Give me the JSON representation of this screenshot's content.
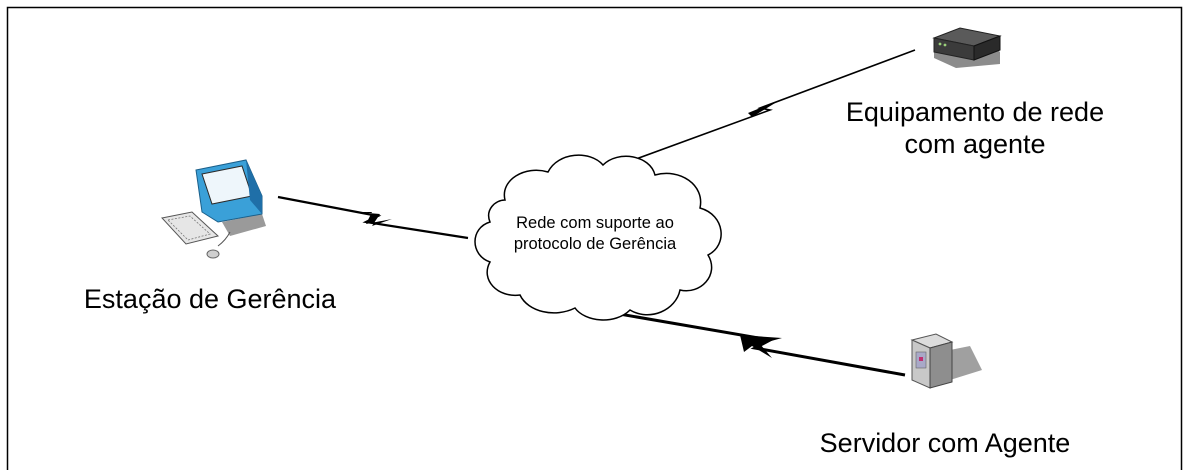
{
  "nodes": {
    "management_station": {
      "label": "Estação de Gerência",
      "icon": "desktop-computer-icon"
    },
    "network_cloud": {
      "label_line1": "Rede com suporte ao",
      "label_line2": "protocolo de Gerência",
      "icon": "cloud-icon"
    },
    "network_equipment": {
      "label_line1": "Equipamento de rede",
      "label_line2": "com agente",
      "icon": "network-device-icon"
    },
    "server": {
      "label": "Servidor com Agente",
      "icon": "server-tower-icon"
    }
  },
  "links": [
    {
      "from": "management_station",
      "to": "network_cloud",
      "style": "lightning-bolt"
    },
    {
      "from": "network_cloud",
      "to": "network_equipment",
      "style": "lightning-bolt"
    },
    {
      "from": "network_cloud",
      "to": "server",
      "style": "lightning-bolt"
    }
  ],
  "colors": {
    "frame": "#000000",
    "cloud_fill": "#ffffff",
    "monitor_blue": "#3aa0d8",
    "device_dark": "#3b3b3b",
    "server_gray": "#b4b4b4"
  }
}
